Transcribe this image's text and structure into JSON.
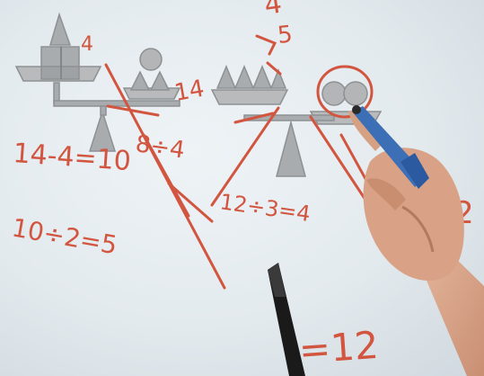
{
  "whiteboard": {
    "top_marks": [
      "4",
      "5"
    ],
    "balance_left": {
      "label_left_pan": "4",
      "label_right_pan": "14",
      "work_line_1": "14-4=10",
      "work_line_2": "10÷2=5",
      "side_note": "8÷4"
    },
    "balance_right": {
      "work_line": "12÷3=4"
    },
    "answer": "=12",
    "edge_mark": "2"
  },
  "colors": {
    "board": "#e8eef1",
    "marker_red": "#d2553f",
    "shape_grey": "#a9acae",
    "marker_body": "#4a7cc1"
  }
}
